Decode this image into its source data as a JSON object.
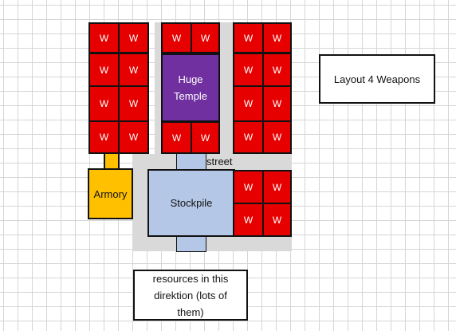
{
  "buildings": {
    "workshop_label": "W",
    "temple_label": "Huge Temple",
    "stockpile_label": "Stockpile",
    "armory_label": "Armory",
    "street_label": "street"
  },
  "notes": {
    "layout_title": "Layout 4 Weapons",
    "resources_note": "resources in this direktion (lots of them)"
  },
  "colors": {
    "workshop": "#e60000",
    "temple": "#7030a0",
    "stockpile": "#b4c7e7",
    "armory": "#ffc000",
    "street": "#d9d9d9"
  }
}
